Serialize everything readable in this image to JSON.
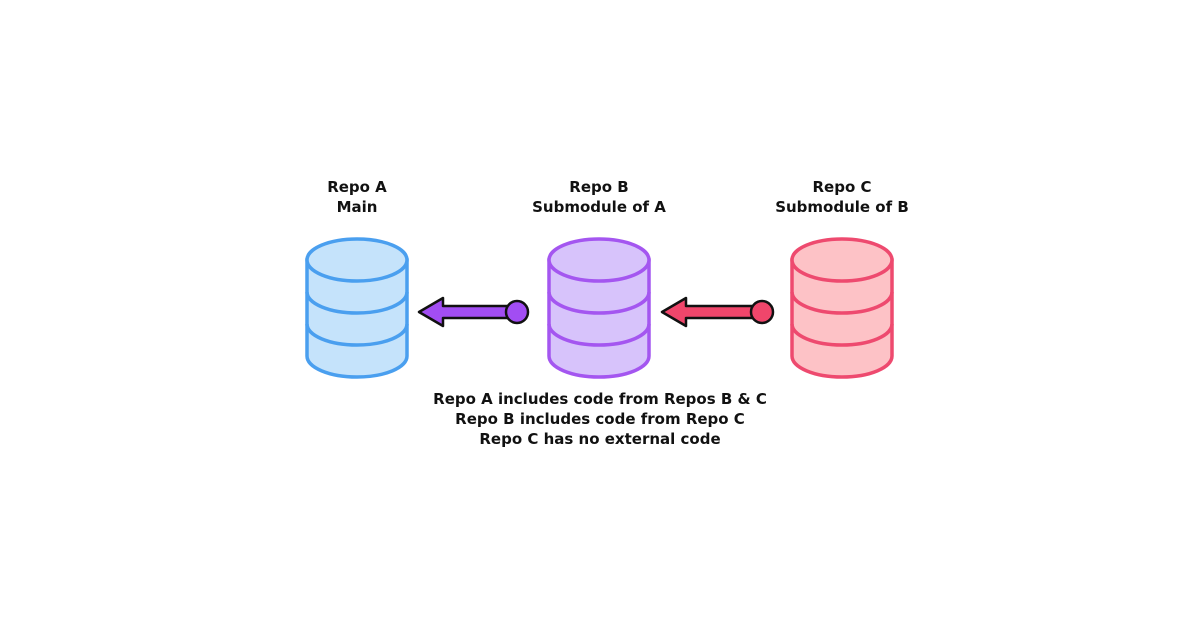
{
  "repos": [
    {
      "name": "Repo A",
      "role": "Main",
      "fill": "#c5e3fb",
      "stroke": "#4a9fef"
    },
    {
      "name": "Repo B",
      "role": "Submodule of A",
      "fill": "#d7c3fb",
      "stroke": "#a456f0"
    },
    {
      "name": "Repo C",
      "role": "Submodule of B",
      "fill": "#fdc2c6",
      "stroke": "#ee4a6f"
    }
  ],
  "arrows": [
    {
      "from": "Repo B",
      "to": "Repo A",
      "color": "#a24df3"
    },
    {
      "from": "Repo C",
      "to": "Repo B",
      "color": "#f0466b"
    }
  ],
  "caption": [
    "Repo A includes code from Repos B & C",
    "Repo B includes code from Repo C",
    "Repo C has no external code"
  ]
}
